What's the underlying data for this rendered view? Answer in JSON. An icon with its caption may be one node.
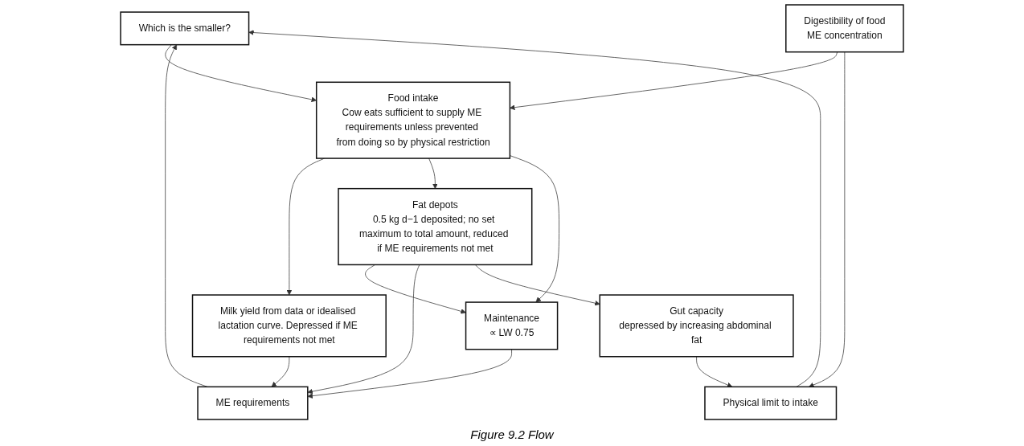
{
  "diagram": {
    "caption": "Figure 9.2 Flow",
    "nodes": [
      {
        "text": [
          "ME requirements"
        ]
      },
      {
        "text": [
          "Which is the smaller?"
        ]
      },
      {
        "text": [
          "Physical limit to intake"
        ]
      },
      {
        "text": [
          "Milk yield from data or idealised lactation curve. Depressed if ME requirements not met"
        ]
      },
      {
        "text": [
          "Food intake",
          "Cow eats sufficient to supply ME requirements unless prevented from doing so by physical restriction"
        ]
      },
      {
        "text": [
          "Digestibility of food",
          "ME concentration"
        ]
      },
      {
        "text": [
          "Maintenance",
          "∝ LW 0.75"
        ]
      },
      {
        "text": [
          "Fat depots",
          "0.5 kg d−1 deposited; no set maximum to total amount, reduced if ME requirements not met"
        ]
      },
      {
        "text": [
          "Gut capacity",
          "depressed by increasing abdominal fat"
        ]
      }
    ],
    "edges": [
      {
        "from": 2,
        "to": 1,
        "arrow": "to"
      },
      {
        "from": 0,
        "to": 1,
        "arrow": "to"
      },
      {
        "from": 1,
        "to": 4,
        "arrow": "to"
      },
      {
        "from": 5,
        "to": 4,
        "arrow": "to"
      },
      {
        "from": 5,
        "to": 2,
        "arrow": "to"
      },
      {
        "from": 8,
        "to": 2,
        "arrow": "to"
      },
      {
        "from": 4,
        "to": 3,
        "arrow": "to"
      },
      {
        "from": 3,
        "to": 0,
        "arrow": "to"
      },
      {
        "from": 4,
        "to": 7,
        "arrow": "to"
      },
      {
        "from": 4,
        "to": 6,
        "arrow": "to"
      },
      {
        "from": 7,
        "to": 6,
        "arrow": "to"
      },
      {
        "from": 6,
        "to": 0,
        "arrow": "to"
      },
      {
        "from": 7,
        "to": 0,
        "arrow": "to"
      },
      {
        "from": 7,
        "to": 8,
        "arrow": "to"
      }
    ]
  }
}
